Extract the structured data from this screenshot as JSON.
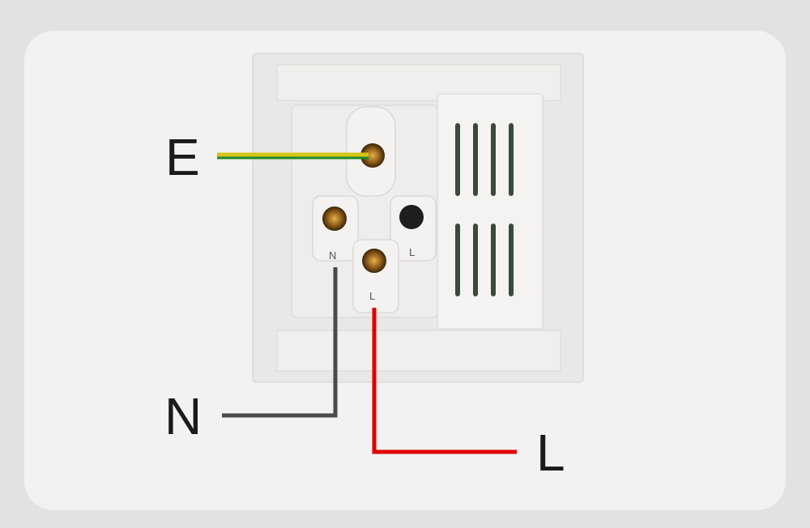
{
  "labels": {
    "earth": "E",
    "neutral": "N",
    "live": "L"
  },
  "terminal_marks": {
    "neutral": "N",
    "live_upper": "L",
    "live_lower": "L"
  },
  "colors": {
    "earth_yellow": "#d8c41a",
    "earth_green": "#1f8a2a",
    "neutral": "#4a4a4a",
    "live": "#e00000"
  }
}
